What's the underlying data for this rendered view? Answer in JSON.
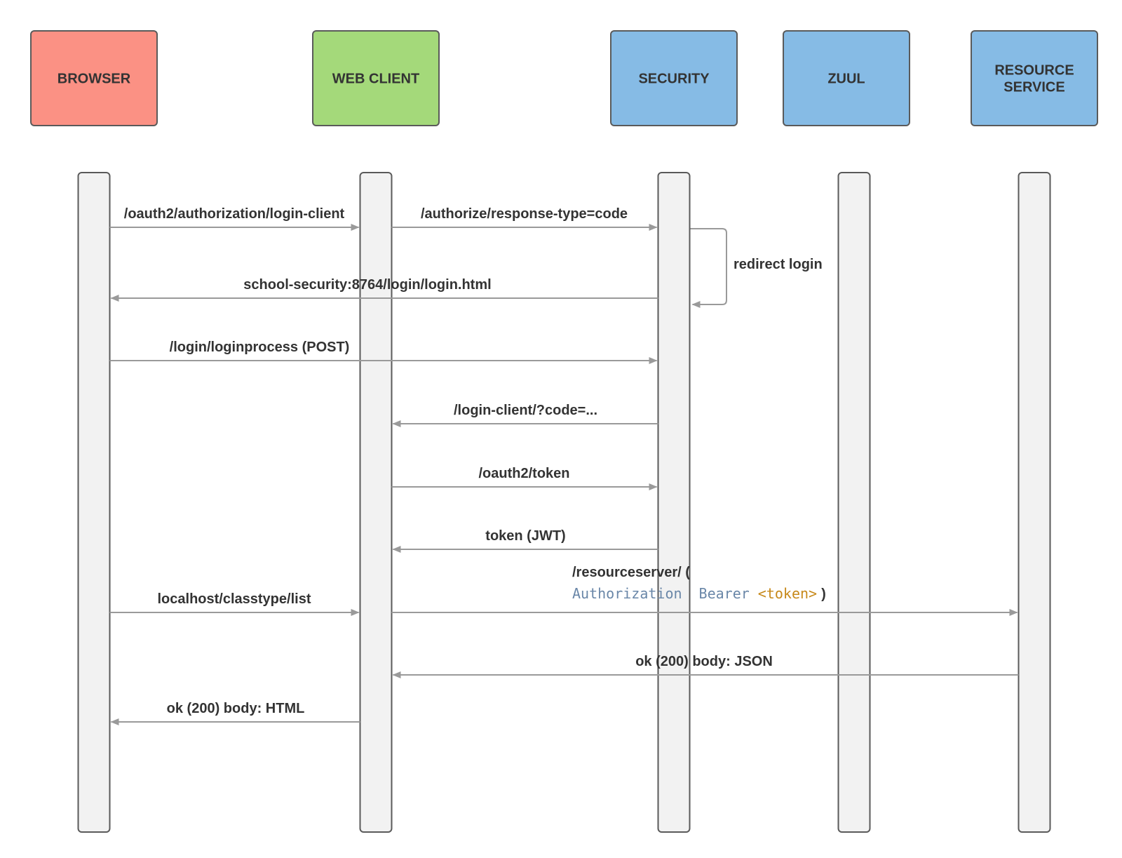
{
  "actors": [
    {
      "label_lines": [
        "BROWSER"
      ],
      "color": "#fb9184"
    },
    {
      "label_lines": [
        "WEB CLIENT"
      ],
      "color": "#a4d97a"
    },
    {
      "label_lines": [
        "SECURITY"
      ],
      "color": "#86bbe5"
    },
    {
      "label_lines": [
        "ZUUL"
      ],
      "color": "#86bbe5"
    },
    {
      "label_lines": [
        "RESOURCE",
        "SERVICE"
      ],
      "color": "#86bbe5"
    }
  ],
  "messages": [
    {
      "from": 0,
      "to": 1,
      "label": "/oauth2/authorization/login-client"
    },
    {
      "from": 1,
      "to": 2,
      "label": "/authorize/response-type=code"
    },
    {
      "from": 2,
      "to": 2,
      "label": "redirect login",
      "self": true
    },
    {
      "from": 2,
      "to": 0,
      "label": "school-security:8764/login/login.html"
    },
    {
      "from": 0,
      "to": 2,
      "label": "/login/loginprocess (POST)"
    },
    {
      "from": 2,
      "to": 1,
      "label": "/login-client/?code=..."
    },
    {
      "from": 1,
      "to": 2,
      "label": "/oauth2/token"
    },
    {
      "from": 2,
      "to": 1,
      "label": "token (JWT)"
    },
    {
      "from": 0,
      "to": 1,
      "label": "localhost/classtype/list"
    },
    {
      "from": 1,
      "to": 4,
      "label": "/resourceserver/ (",
      "code": {
        "key": "Authorization",
        "scheme": "Bearer",
        "value": "<token>",
        "close": ")"
      }
    },
    {
      "from": 4,
      "to": 1,
      "label": "ok (200) body: JSON"
    },
    {
      "from": 1,
      "to": 0,
      "label": "ok (200) body: HTML"
    }
  ],
  "colors": {
    "code_key": "#6a87a8",
    "code_value": "#c7891a",
    "text": "#333333",
    "arrow": "#9a9a9a"
  }
}
